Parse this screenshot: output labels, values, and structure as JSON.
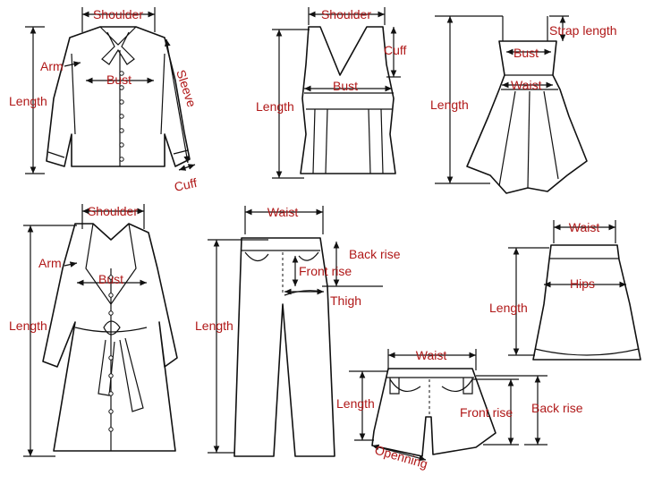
{
  "colors": {
    "label": "#b01818",
    "ink": "#111111",
    "background": "#ffffff"
  },
  "shirt": {
    "shoulder": "Shoulder",
    "arm": "Arm",
    "bust": "Bust",
    "length": "Length",
    "sleeve": "Sleeve",
    "cuff": "Cuff"
  },
  "tank": {
    "shoulder": "Shoulder",
    "cuff": "Cuff",
    "bust": "Bust",
    "length": "Length"
  },
  "dress": {
    "strap_length": "Strap length",
    "bust": "Bust",
    "waist": "Waist",
    "length": "Length"
  },
  "coat": {
    "shoulder": "Shoulder",
    "arm": "Arm",
    "bust": "Bust",
    "length": "Length"
  },
  "pants": {
    "waist": "Waist",
    "back_rise": "Back rise",
    "front_rise": "Front rise",
    "thigh": "Thigh",
    "length": "Length"
  },
  "skirt": {
    "waist": "Waist",
    "hips": "Hips",
    "length": "Length"
  },
  "shorts": {
    "waist": "Waist",
    "length": "Length",
    "front_rise": "Front rise",
    "back_rise": "Back rise",
    "opening": "Openning"
  }
}
